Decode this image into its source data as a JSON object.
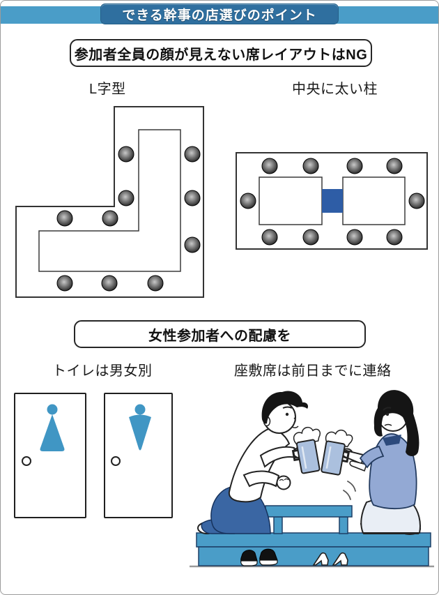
{
  "page": {
    "background": "#ffffff",
    "border": "#9b9b9b"
  },
  "header": {
    "title": "できる幹事の店選びのポイント",
    "bar_color": "#4a9dc8",
    "title_box_color": "#2f6f9f",
    "title_text_color": "#ffffff"
  },
  "ng_section": {
    "heading": "参加者全員の顔が見えない席レイアウトはNG",
    "diagrams": [
      {
        "label": "L字型",
        "type": "L字型テーブル",
        "seats": 10
      },
      {
        "label": "中央に太い柱",
        "type": "中央に柱のある部屋",
        "seats": 10,
        "tables": 2
      }
    ]
  },
  "care_section": {
    "heading": "女性参加者への配慮を",
    "items": [
      {
        "label": "トイレは男女別",
        "illustration": "男女別トイレのドア"
      },
      {
        "label": "座敷席は前日までに連絡",
        "illustration": "座敷で乾杯する男女"
      }
    ]
  },
  "colors": {
    "header_bar": "#4a9dc8",
    "header_title_box": "#2f6f9f",
    "pillar": "#2e5da6",
    "toilet_icon": "#4096c4",
    "platform": "#4a9dc8",
    "low_table": "#4a9dc8",
    "beer": "#abc0de",
    "man_pants": "#3a66a3",
    "woman_top": "#93a9d4",
    "woman_collar": "#2c4a7c",
    "woman_skirt": "#e9eef5",
    "seat_dot": "#1a1a1a"
  }
}
